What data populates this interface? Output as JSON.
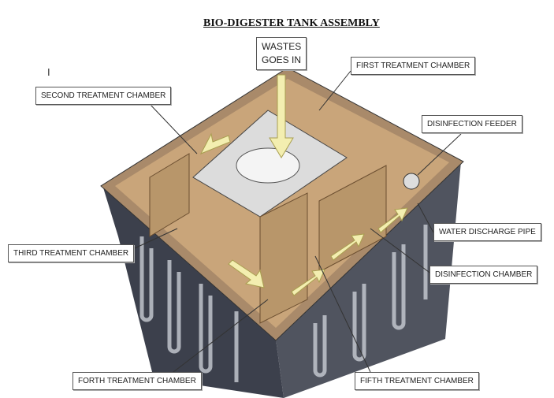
{
  "title": "BIO-DIGESTER TANK ASSEMBLY",
  "stray_mark": "I",
  "labels": {
    "wastes": "WASTES GOES IN",
    "first": "FIRST TREATMENT CHAMBER",
    "second": "SECOND TREATMENT CHAMBER",
    "feeder": "DISINFECTION FEEDER",
    "pipe": "WATER DISCHARGE PIPE",
    "third": "THIRD TREATMENT CHAMBER",
    "disinfection": "DISINFECTION CHAMBER",
    "forth": "FORTH TREATMENT CHAMBER",
    "fifth": "FIFTH TREATMENT CHAMBER"
  },
  "colors": {
    "wood": "#c9a57a",
    "rim": "#a98a6a",
    "tank": "#3e4250",
    "arrow": "#f3eeb0"
  }
}
